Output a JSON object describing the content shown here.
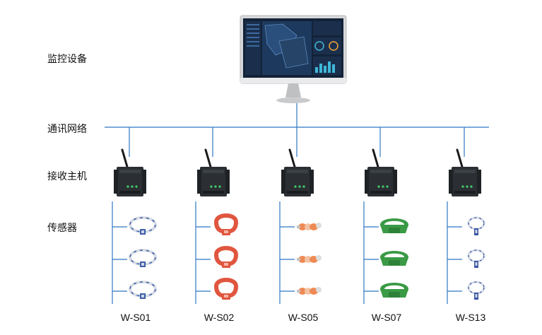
{
  "rows": {
    "monitor": "监控设备",
    "network": "通讯网络",
    "receiver": "接收主机",
    "sensor": "传感器"
  },
  "columns": [
    {
      "label": "W-S01",
      "sensor_type": "ring-blue-white",
      "color": "#3f5fa8"
    },
    {
      "label": "W-S02",
      "sensor_type": "ring-red",
      "color": "#e0563f"
    },
    {
      "label": "W-S05",
      "sensor_type": "chain-orange",
      "color": "#ee8a55"
    },
    {
      "label": "W-S07",
      "sensor_type": "band-green",
      "color": "#3a9a45"
    },
    {
      "label": "W-S13",
      "sensor_type": "ring-small-blue",
      "color": "#3b55a5"
    }
  ],
  "colors": {
    "line": "#2f78c4",
    "device": "#262a2e",
    "monitor_frame": "#c8c9cb",
    "screen": "#132238"
  }
}
